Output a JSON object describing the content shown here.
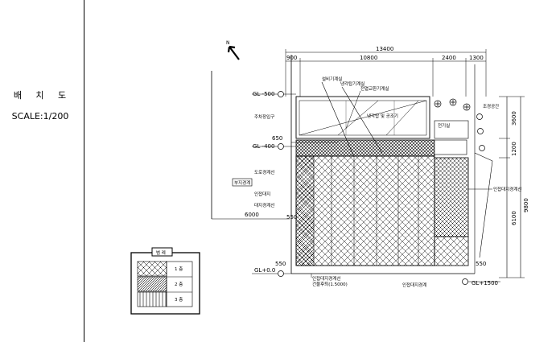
{
  "sheet": {
    "title": "배 치 도",
    "scale": "SCALE:1/200"
  },
  "plan": {
    "dimensions_top": {
      "total": "13400",
      "left": "900",
      "main": "10800",
      "mid": "2400",
      "right": "1300"
    },
    "dimensions_right": {
      "a": "3600",
      "b": "1200",
      "c": "6100",
      "total": "9800"
    },
    "dimensions_other": {
      "road_offset": "6000",
      "upper_offset": "650",
      "bottom_left": "550",
      "bottom_right": "550",
      "strip": "550"
    },
    "levels": {
      "gl_top": "GL -500",
      "gl_mid": "GL -400",
      "gl_zero": "GL+0.0",
      "gl_right": "GL+1500"
    },
    "labels": {
      "roof_a": "설비기계실",
      "roof_b": "냉각탑기계실",
      "roof_c": "전열교환기계실",
      "roof_d": "냉각탑 및 공조기",
      "left_a": "주차장입구",
      "left_b": "도로경계선",
      "left_c": "인접대지",
      "left_d": "대지경계선",
      "tag": "부지경계",
      "right_a": "조경공간",
      "right_b": "인접대지경계선",
      "right_c": "전기실",
      "bottom_a": "인접대지경계선",
      "bottom_b": "건물후퇴(1.5000)",
      "bottom_c": "인접대지경계"
    }
  },
  "legend": {
    "title": "범 례",
    "items": [
      {
        "label": "1 층"
      },
      {
        "label": "2 층"
      },
      {
        "label": "3 층"
      }
    ]
  }
}
